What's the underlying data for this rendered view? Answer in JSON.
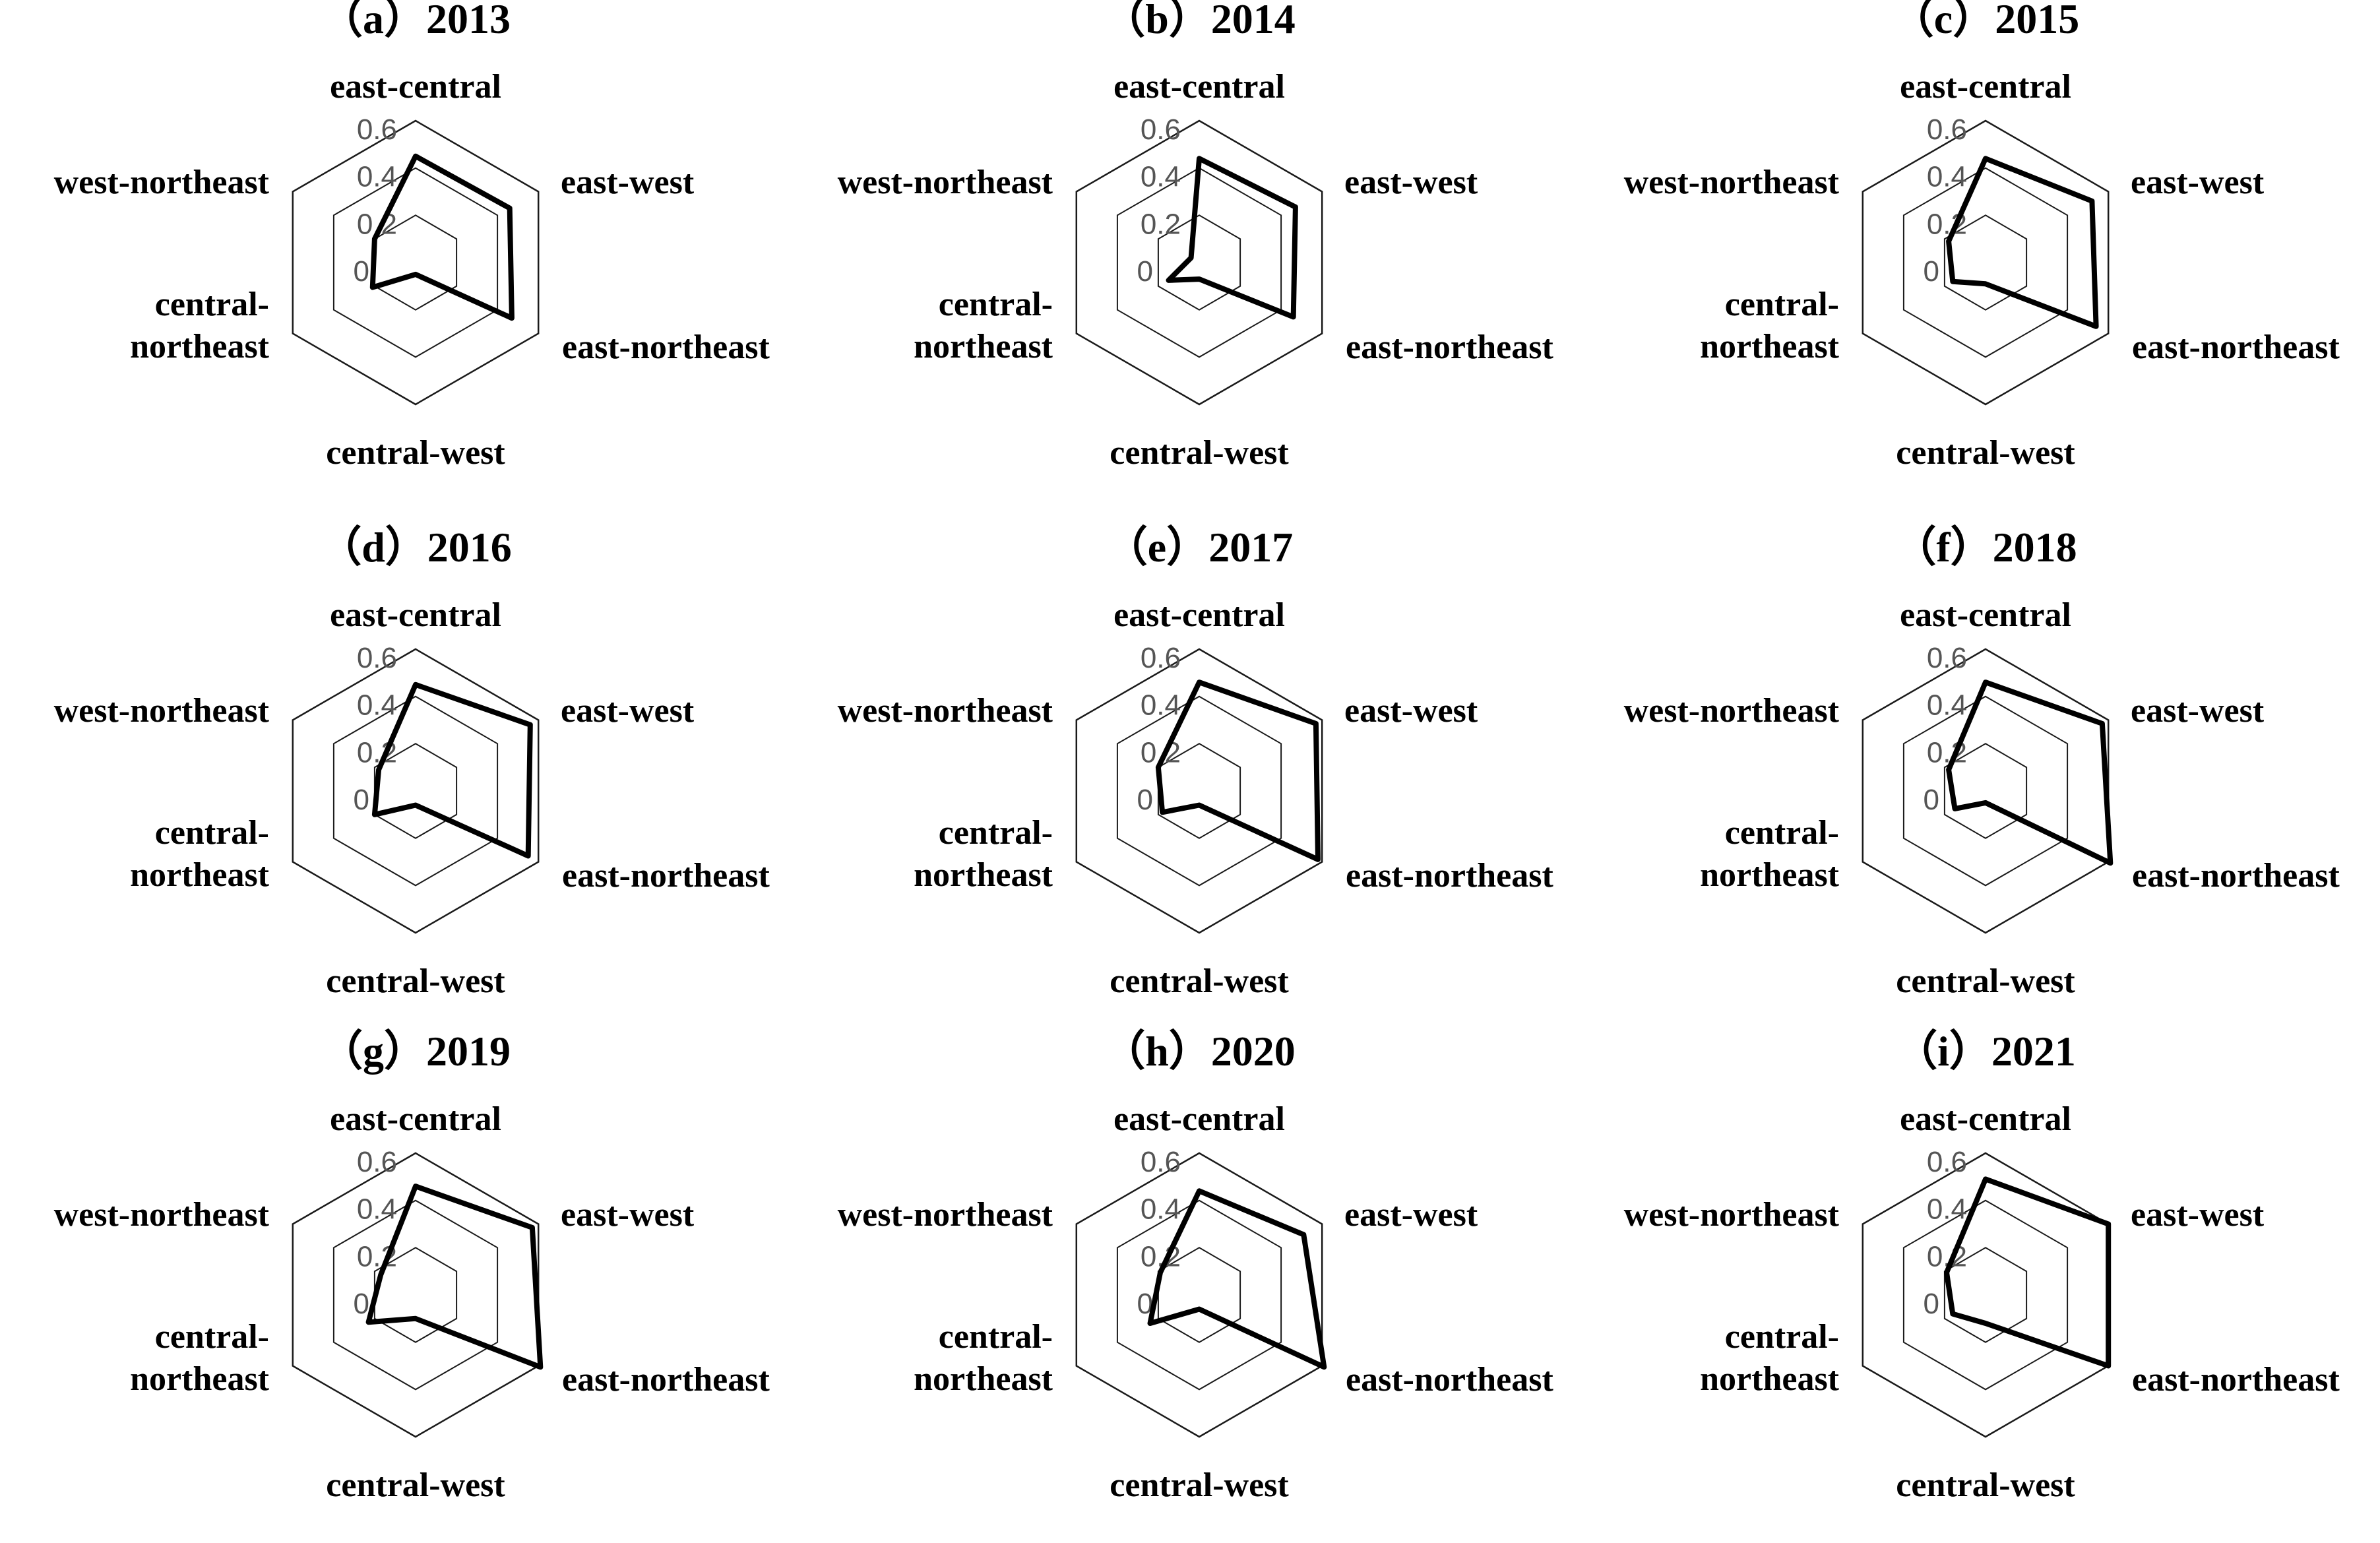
{
  "chart_data": [
    {
      "type": "radar",
      "title": "（a）2013",
      "axes": [
        "east-central",
        "east-west",
        "east-northeast",
        "central-west",
        "central-\nnortheast",
        "west-northeast"
      ],
      "ticks": [
        "0",
        "0.2",
        "0.4",
        "0.6"
      ],
      "rlim": [
        0,
        0.6
      ],
      "values": [
        0.45,
        0.46,
        0.47,
        0.05,
        0.21,
        0.2
      ]
    },
    {
      "type": "radar",
      "title": "（b）2014",
      "axes": [
        "east-central",
        "east-west",
        "east-northeast",
        "central-west",
        "central-\nnortheast",
        "west-northeast"
      ],
      "ticks": [
        "0",
        "0.2",
        "0.4",
        "0.6"
      ],
      "rlim": [
        0,
        0.6
      ],
      "values": [
        0.44,
        0.47,
        0.46,
        0.07,
        0.15,
        0.04
      ]
    },
    {
      "type": "radar",
      "title": "（c）2015",
      "axes": [
        "east-central",
        "east-west",
        "east-northeast",
        "central-west",
        "central-\nnortheast",
        "west-northeast"
      ],
      "ticks": [
        "0",
        "0.2",
        "0.4",
        "0.6"
      ],
      "rlim": [
        0,
        0.6
      ],
      "values": [
        0.44,
        0.52,
        0.54,
        0.09,
        0.16,
        0.18
      ]
    },
    {
      "type": "radar",
      "title": "（d）2016",
      "axes": [
        "east-central",
        "east-west",
        "east-northeast",
        "central-west",
        "central-\nnortheast",
        "west-northeast"
      ],
      "ticks": [
        "0",
        "0.2",
        "0.4",
        "0.6"
      ],
      "rlim": [
        0,
        0.6
      ],
      "values": [
        0.45,
        0.56,
        0.55,
        0.06,
        0.2,
        0.18
      ]
    },
    {
      "type": "radar",
      "title": "（e）2017",
      "axes": [
        "east-central",
        "east-west",
        "east-northeast",
        "central-west",
        "central-\nnortheast",
        "west-northeast"
      ],
      "ticks": [
        "0",
        "0.2",
        "0.4",
        "0.6"
      ],
      "rlim": [
        0,
        0.6
      ],
      "values": [
        0.46,
        0.57,
        0.58,
        0.06,
        0.18,
        0.2
      ]
    },
    {
      "type": "radar",
      "title": "（f）2018",
      "axes": [
        "east-central",
        "east-west",
        "east-northeast",
        "central-west",
        "central-\nnortheast",
        "west-northeast"
      ],
      "ticks": [
        "0",
        "0.2",
        "0.4",
        "0.6"
      ],
      "rlim": [
        0,
        0.6
      ],
      "values": [
        0.46,
        0.57,
        0.61,
        0.05,
        0.15,
        0.18
      ]
    },
    {
      "type": "radar",
      "title": "（g）2019",
      "axes": [
        "east-central",
        "east-west",
        "east-northeast",
        "central-west",
        "central-\nnortheast",
        "west-northeast"
      ],
      "ticks": [
        "0",
        "0.2",
        "0.4",
        "0.6"
      ],
      "rlim": [
        0,
        0.6
      ],
      "values": [
        0.46,
        0.57,
        0.61,
        0.1,
        0.23,
        0.17
      ]
    },
    {
      "type": "radar",
      "title": "（h）2020",
      "axes": [
        "east-central",
        "east-west",
        "east-northeast",
        "central-west",
        "central-\nnortheast",
        "west-northeast"
      ],
      "ticks": [
        "0",
        "0.2",
        "0.4",
        "0.6"
      ],
      "rlim": [
        0,
        0.6
      ],
      "values": [
        0.44,
        0.51,
        0.61,
        0.06,
        0.24,
        0.19
      ]
    },
    {
      "type": "radar",
      "title": "（i）2021",
      "axes": [
        "east-central",
        "east-west",
        "east-northeast",
        "central-west",
        "central-\nnortheast",
        "west-northeast"
      ],
      "ticks": [
        "0",
        "0.2",
        "0.4",
        "0.6"
      ],
      "rlim": [
        0,
        0.6
      ],
      "values": [
        0.49,
        0.6,
        0.6,
        0.12,
        0.16,
        0.19
      ]
    }
  ]
}
